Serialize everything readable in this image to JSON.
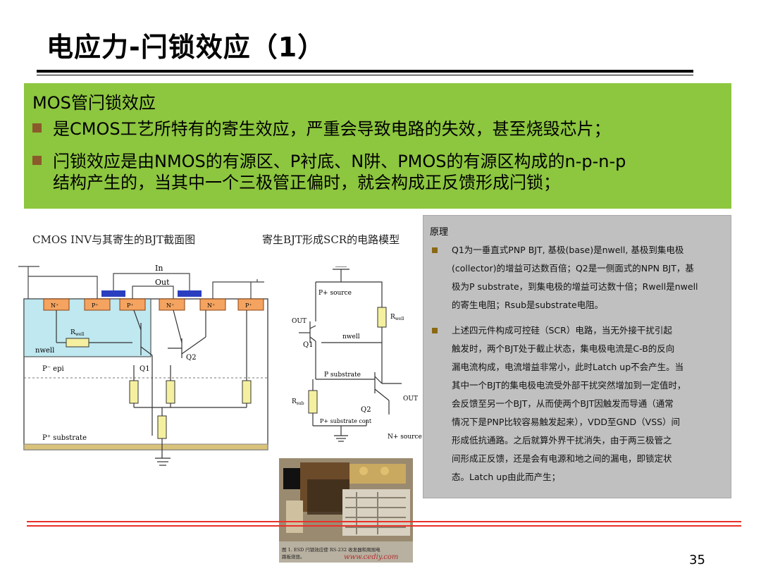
{
  "title": "电应力-闩锁效应（1）",
  "green_box": {
    "heading": "MOS管闩锁效应",
    "items": [
      {
        "lines": [
          "是CMOS工艺所特有的寄生效应，严重会导致电路的失效，甚至烧毁芯片；"
        ]
      },
      {
        "lines": [
          "闩锁效应是由NMOS的有源区、P衬底、N阱、PMOS的有源区构成的n-p-n-p",
          "结构产生的，当其中一个三极管正偏时，就会构成正反馈形成闩锁；"
        ]
      }
    ]
  },
  "left_diagram": {
    "caption": "CMOS INV与其寄生的BJT截面图",
    "labels": {
      "in": "In",
      "out": "Out",
      "nwell": "nwell",
      "rwell": "R",
      "rwell_sub": "well",
      "q1": "Q1",
      "q2": "Q2",
      "p_epi": "P⁻ epi",
      "p_substrate": "P⁺ substrate"
    },
    "regions": [
      "N⁺",
      "P⁺",
      "P⁺",
      "N⁺",
      "N⁺",
      "P⁺"
    ]
  },
  "right_diagram": {
    "caption": "寄生BJT形成SCR的电路模型",
    "labels": {
      "p_source": "P+ source",
      "out_left": "OUT",
      "q1": "Q1",
      "nwell": "nwell",
      "rwell": "R",
      "rwell_sub": "well",
      "p_substrate": "P substrate",
      "rsub": "R",
      "rsub_sub": "sub",
      "out_right": "OUT",
      "q2": "Q2",
      "p_substrate_cont": "P+ substrate cont",
      "n_source": "N+ source"
    }
  },
  "gray_box": {
    "heading": "原理",
    "bullets": [
      {
        "lines": [
          "Q1为一垂直式PNP BJT, 基极(base)是nwell, 基极到集电极",
          "(collector)的增益可达数百倍；Q2是一侧面式的NPN BJT，基",
          "极为P substrate，到集电极的增益可达数十倍；Rwell是nwell",
          "的寄生电阻；Rsub是substrate电阻。"
        ]
      },
      {
        "lines": [
          "上述四元件构成可控硅（SCR）电路，当无外接干扰引起",
          "触发时，两个BJT处于截止状态，集电极电流是C-B的反向",
          "漏电流构成，电流增益非常小，此时Latch up不会产生。当",
          "其中一个BJT的集电极电流受外部干扰突然增加到一定值时，",
          "会反馈至另一个BJT，从而使两个BJT因触发而导通（通常",
          "情况下是PNP比较容易触发起来），VDD至GND（VSS）间",
          "形成低抗通路。之后就算外界干扰消失，由于两三极管之",
          "间形成正反馈，还是会有电源和地之间的漏电，即锁定状",
          "态。Latch up由此而产生；"
        ]
      }
    ]
  },
  "photo_caption": {
    "line1": "图 1. ESD 闩锁效应使 RS-232 收发器和周围电",
    "line2": "路板烧毁。",
    "url": "www.cediy.com"
  },
  "page_number": "35",
  "colors": {
    "green": "#8dc63f",
    "gray": "#c0c0c0",
    "red": "#e8312b",
    "bullet": "#8b5a2b",
    "nwell": "#bfe8f0",
    "region": "#f4a460",
    "gate": "#2a3fbf"
  }
}
